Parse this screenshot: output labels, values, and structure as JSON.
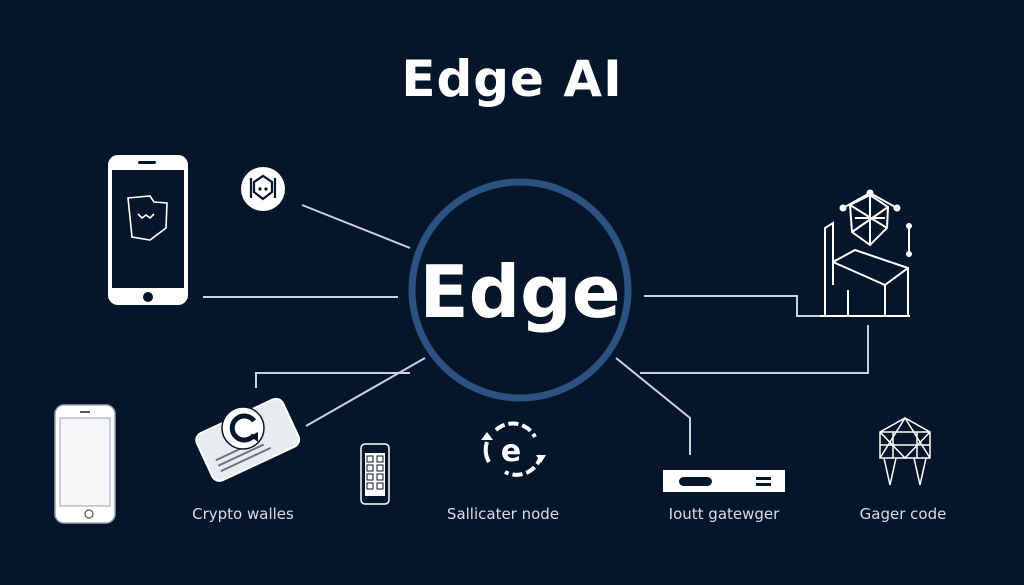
{
  "title": "Edge AI",
  "hub": {
    "label": "Edge",
    "ring_color": "#2c5282"
  },
  "colors": {
    "background": "#06162a",
    "line": "#c9d1dc",
    "text": "#ffffff"
  },
  "nodes": [
    {
      "id": "smartphone-top",
      "icon": "smartphone-icon",
      "label": ""
    },
    {
      "id": "robot-badge",
      "icon": "robot-icon",
      "label": ""
    },
    {
      "id": "ai-workstation",
      "icon": "geodesic-workstation-icon",
      "label": ""
    },
    {
      "id": "smartphone-bottom",
      "icon": "smartphone-icon",
      "label": ""
    },
    {
      "id": "crypto-wallets",
      "icon": "crypto-wallet-phone-icon",
      "label": "Crypto walles"
    },
    {
      "id": "app-phone",
      "icon": "app-grid-phone-icon",
      "label": ""
    },
    {
      "id": "sallicater-node",
      "icon": "sync-e-icon",
      "label": "Sallicater node"
    },
    {
      "id": "iot-gateway",
      "icon": "gateway-device-icon",
      "label": "Ioutt gatewger"
    },
    {
      "id": "gager-code",
      "icon": "wireframe-tower-icon",
      "label": "Gager code"
    }
  ]
}
